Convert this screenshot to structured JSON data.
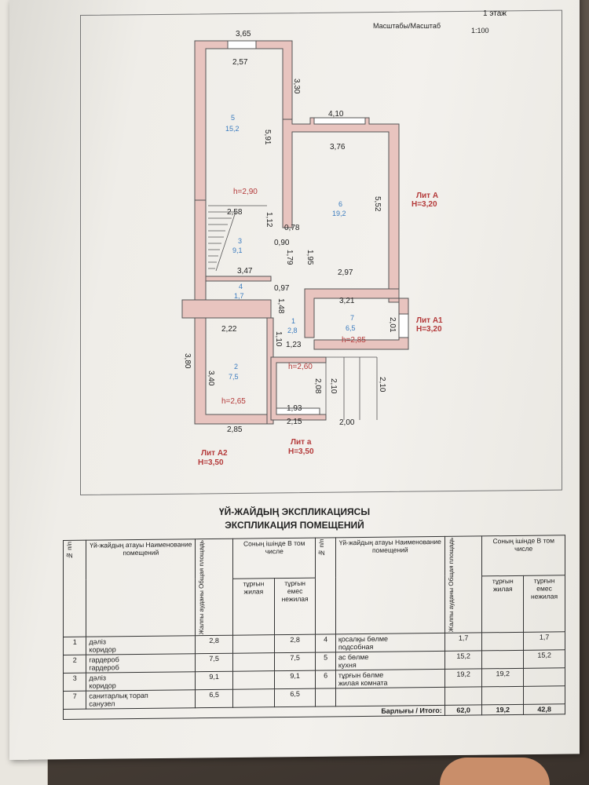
{
  "header": {
    "floor": "1 этаж",
    "scale_label": "Масштабы/Масштаб",
    "scale_value": "1:100"
  },
  "plan": {
    "dims": [
      "3,65",
      "2,57",
      "3,30",
      "4,10",
      "5,91",
      "3,76",
      "5,52",
      "h=2,90",
      "2,58",
      "1,12",
      "0,78",
      "0,90",
      "3",
      "9,1",
      "1,79",
      "1,95",
      "3,47",
      "2,97",
      "0,97",
      "3,21",
      "1,48",
      "1,7",
      "1",
      "2,8",
      "2,22",
      "2,01",
      "1,10",
      "1,23",
      "h=2,85",
      "3,80",
      "h=2,60",
      "3,40",
      "2,08",
      "2,10",
      "2,10",
      "h=2,65",
      "1,93",
      "2,15",
      "2,00",
      "2,85"
    ],
    "rooms": [
      {
        "no": "5",
        "area": "15,2"
      },
      {
        "no": "6",
        "area": "19,2"
      },
      {
        "no": "4",
        "area": "1,7"
      },
      {
        "no": "7",
        "area": "6,5"
      },
      {
        "no": "2",
        "area": "7,5"
      }
    ],
    "liters": [
      {
        "name": "Лит А",
        "h": "Н=3,20"
      },
      {
        "name": "Лит А1",
        "h": "Н=3,20"
      },
      {
        "name": "Лит А2",
        "h": "Н=3,50"
      },
      {
        "name": "Лит а",
        "h": "Н=3,50"
      }
    ]
  },
  "explication": {
    "title_kz": "ҮЙ-ЖАЙДЫҢ ЭКСПЛИКАЦИЯСЫ",
    "title_ru": "ЭКСПЛИКАЦИЯ ПОМЕЩЕНИЙ",
    "col_no": "№ п/п",
    "col_name": "Үй-жайдың атауы Наименование помещений",
    "col_total": "Жалпы ауданы Общая площадь",
    "col_incl": "Соның ішінде В том числе",
    "col_living": "тұрғын жилая",
    "col_nonliving": "тұрғын емес нежилая",
    "rows_left": [
      {
        "no": "1",
        "name_kz": "дәліз",
        "name_ru": "коридор",
        "total": "2,8",
        "living": "",
        "nonliving": "2,8"
      },
      {
        "no": "2",
        "name_kz": "гардероб",
        "name_ru": "гардероб",
        "total": "7,5",
        "living": "",
        "nonliving": "7,5"
      },
      {
        "no": "3",
        "name_kz": "дәліз",
        "name_ru": "коридор",
        "total": "9,1",
        "living": "",
        "nonliving": "9,1"
      },
      {
        "no": "7",
        "name_kz": "санитарлық торап",
        "name_ru": "санузел",
        "total": "6,5",
        "living": "",
        "nonliving": "6,5"
      }
    ],
    "rows_right": [
      {
        "no": "4",
        "name_kz": "қосалқы бөлме",
        "name_ru": "подсобная",
        "total": "1,7",
        "living": "",
        "nonliving": "1,7"
      },
      {
        "no": "5",
        "name_kz": "ас бөлме",
        "name_ru": "кухня",
        "total": "15,2",
        "living": "",
        "nonliving": "15,2"
      },
      {
        "no": "6",
        "name_kz": "тұрғын бөлме",
        "name_ru": "жилая комната",
        "total": "19,2",
        "living": "19,2",
        "nonliving": ""
      }
    ],
    "total_label": "Барлығы / Итого:",
    "total": "62,0",
    "total_living": "19,2",
    "total_nonliving": "42,8"
  }
}
